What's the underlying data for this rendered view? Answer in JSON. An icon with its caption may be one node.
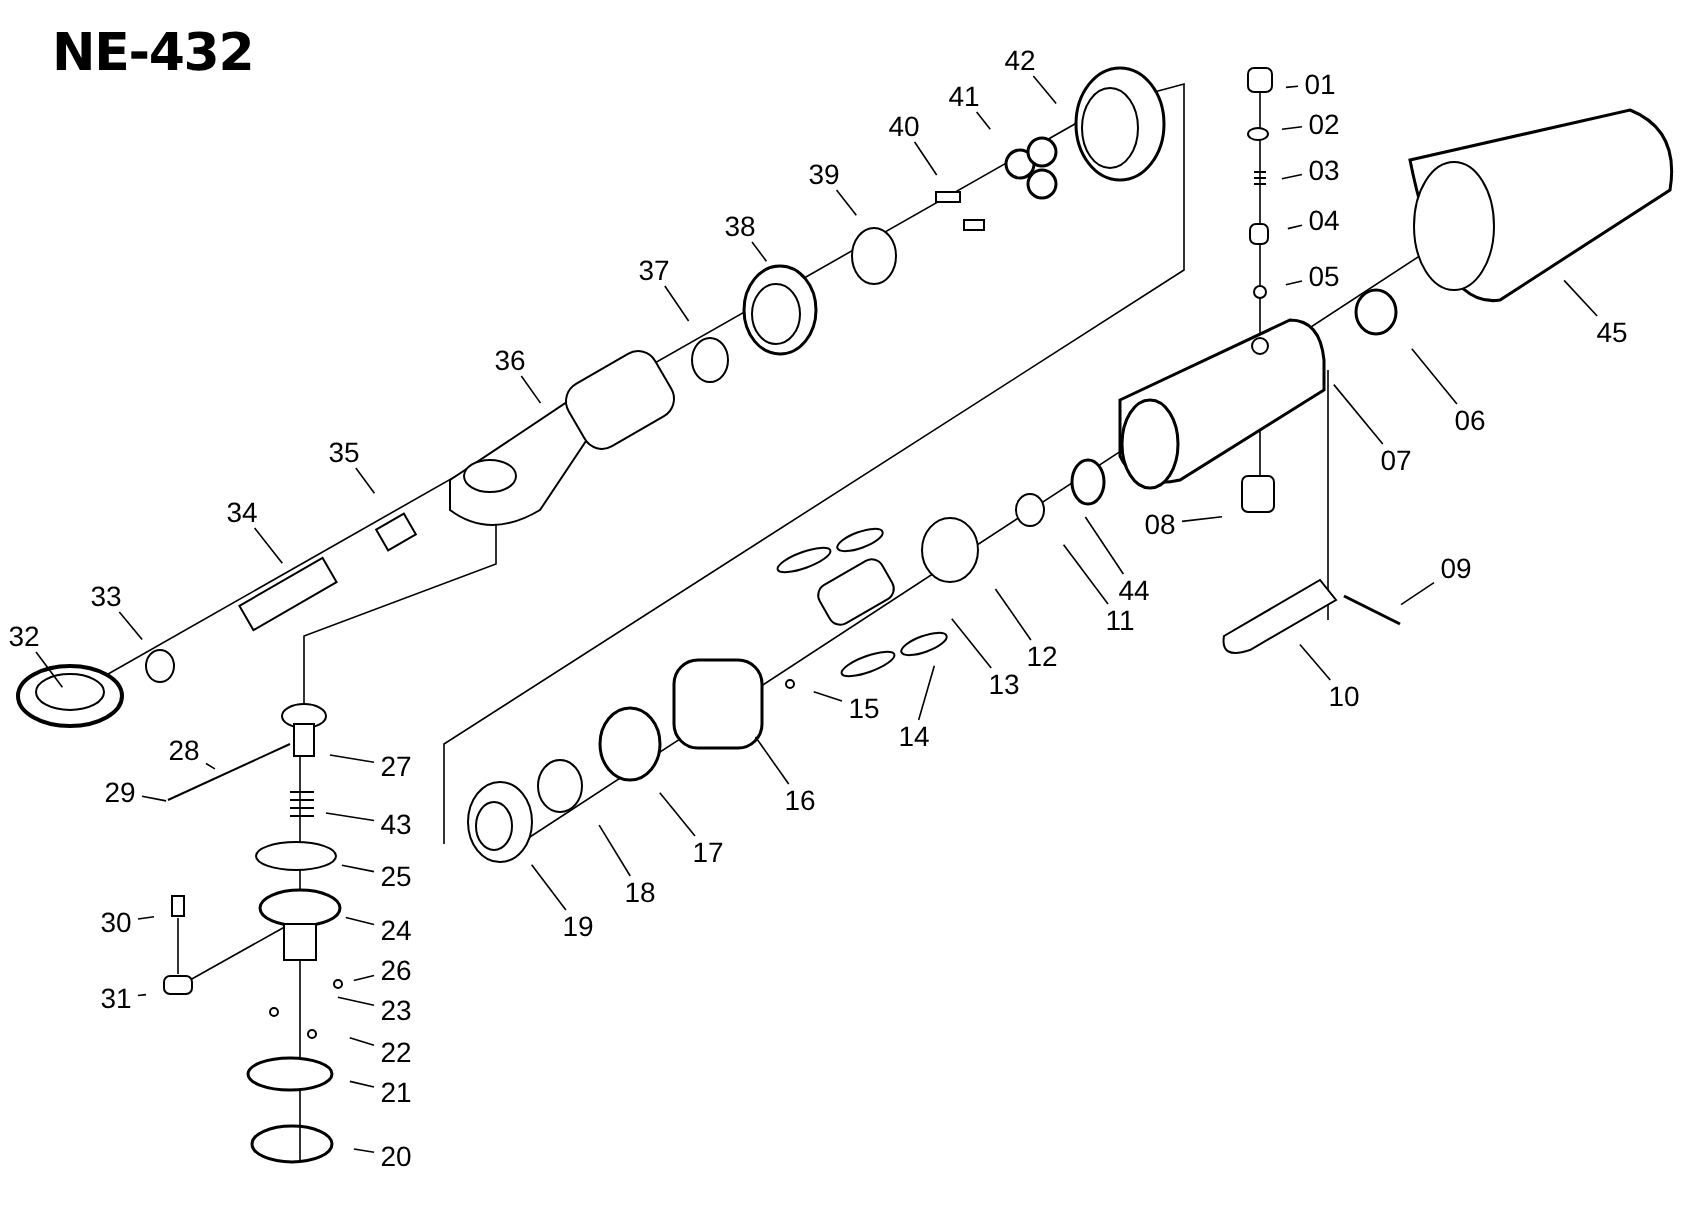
{
  "diagram": {
    "title": "NE-432",
    "nodes": [
      {
        "text": [
          "01"
        ]
      },
      {
        "text": [
          "02"
        ]
      },
      {
        "text": [
          "03"
        ]
      },
      {
        "text": [
          "04"
        ]
      },
      {
        "text": [
          "05"
        ]
      },
      {
        "text": [
          "06"
        ]
      },
      {
        "text": [
          "07"
        ]
      },
      {
        "text": [
          "08"
        ]
      },
      {
        "text": [
          "09"
        ]
      },
      {
        "text": [
          "10"
        ]
      },
      {
        "text": [
          "11"
        ]
      },
      {
        "text": [
          "12"
        ]
      },
      {
        "text": [
          "13"
        ]
      },
      {
        "text": [
          "14"
        ]
      },
      {
        "text": [
          "15"
        ]
      },
      {
        "text": [
          "16"
        ]
      },
      {
        "text": [
          "17"
        ]
      },
      {
        "text": [
          "18"
        ]
      },
      {
        "text": [
          "19"
        ]
      },
      {
        "text": [
          "20"
        ]
      },
      {
        "text": [
          "21"
        ]
      },
      {
        "text": [
          "22"
        ]
      },
      {
        "text": [
          "23"
        ]
      },
      {
        "text": [
          "24"
        ]
      },
      {
        "text": [
          "25"
        ]
      },
      {
        "text": [
          "26"
        ]
      },
      {
        "text": [
          "27"
        ]
      },
      {
        "text": [
          "28"
        ]
      },
      {
        "text": [
          "29"
        ]
      },
      {
        "text": [
          "30"
        ]
      },
      {
        "text": [
          "31"
        ]
      },
      {
        "text": [
          "32"
        ]
      },
      {
        "text": [
          "33"
        ]
      },
      {
        "text": [
          "34"
        ]
      },
      {
        "text": [
          "35"
        ]
      },
      {
        "text": [
          "36"
        ]
      },
      {
        "text": [
          "37"
        ]
      },
      {
        "text": [
          "38"
        ]
      },
      {
        "text": [
          "39"
        ]
      },
      {
        "text": [
          "40"
        ]
      },
      {
        "text": [
          "41"
        ]
      },
      {
        "text": [
          "42"
        ]
      },
      {
        "text": [
          "43"
        ]
      },
      {
        "text": [
          "44"
        ]
      },
      {
        "text": [
          "45"
        ]
      }
    ],
    "edges": [
      {
        "from": 0,
        "to": null,
        "arrow": "none"
      },
      {
        "from": 1,
        "to": null,
        "arrow": "none"
      },
      {
        "from": 2,
        "to": null,
        "arrow": "none"
      },
      {
        "from": 3,
        "to": null,
        "arrow": "none"
      },
      {
        "from": 4,
        "to": null,
        "arrow": "none"
      },
      {
        "from": 5,
        "to": null,
        "arrow": "none"
      },
      {
        "from": 6,
        "to": null,
        "arrow": "none"
      },
      {
        "from": 7,
        "to": null,
        "arrow": "none"
      },
      {
        "from": 8,
        "to": null,
        "arrow": "none"
      },
      {
        "from": 9,
        "to": null,
        "arrow": "none"
      },
      {
        "from": 10,
        "to": null,
        "arrow": "none"
      },
      {
        "from": 11,
        "to": null,
        "arrow": "none"
      },
      {
        "from": 12,
        "to": null,
        "arrow": "none"
      },
      {
        "from": 13,
        "to": null,
        "arrow": "none"
      },
      {
        "from": 14,
        "to": null,
        "arrow": "none"
      },
      {
        "from": 15,
        "to": null,
        "arrow": "none"
      },
      {
        "from": 16,
        "to": null,
        "arrow": "none"
      },
      {
        "from": 17,
        "to": null,
        "arrow": "none"
      },
      {
        "from": 18,
        "to": null,
        "arrow": "none"
      },
      {
        "from": 19,
        "to": null,
        "arrow": "none"
      },
      {
        "from": 20,
        "to": null,
        "arrow": "none"
      },
      {
        "from": 21,
        "to": null,
        "arrow": "none"
      },
      {
        "from": 22,
        "to": null,
        "arrow": "none"
      },
      {
        "from": 23,
        "to": null,
        "arrow": "none"
      },
      {
        "from": 24,
        "to": null,
        "arrow": "none"
      },
      {
        "from": 25,
        "to": null,
        "arrow": "none"
      },
      {
        "from": 26,
        "to": null,
        "arrow": "none"
      },
      {
        "from": 27,
        "to": null,
        "arrow": "none"
      },
      {
        "from": 28,
        "to": null,
        "arrow": "none"
      },
      {
        "from": 29,
        "to": null,
        "arrow": "none"
      },
      {
        "from": 30,
        "to": null,
        "arrow": "none"
      },
      {
        "from": 31,
        "to": null,
        "arrow": "none"
      },
      {
        "from": 32,
        "to": null,
        "arrow": "none"
      },
      {
        "from": 33,
        "to": null,
        "arrow": "none"
      },
      {
        "from": 34,
        "to": null,
        "arrow": "none"
      },
      {
        "from": 35,
        "to": null,
        "arrow": "none"
      },
      {
        "from": 36,
        "to": null,
        "arrow": "none"
      },
      {
        "from": 37,
        "to": null,
        "arrow": "none"
      },
      {
        "from": 38,
        "to": null,
        "arrow": "none"
      },
      {
        "from": 39,
        "to": null,
        "arrow": "none"
      },
      {
        "from": 40,
        "to": null,
        "arrow": "none"
      },
      {
        "from": 41,
        "to": null,
        "arrow": "none"
      },
      {
        "from": 42,
        "to": null,
        "arrow": "none"
      },
      {
        "from": 43,
        "to": null,
        "arrow": "none"
      },
      {
        "from": 44,
        "to": null,
        "arrow": "none"
      }
    ]
  }
}
